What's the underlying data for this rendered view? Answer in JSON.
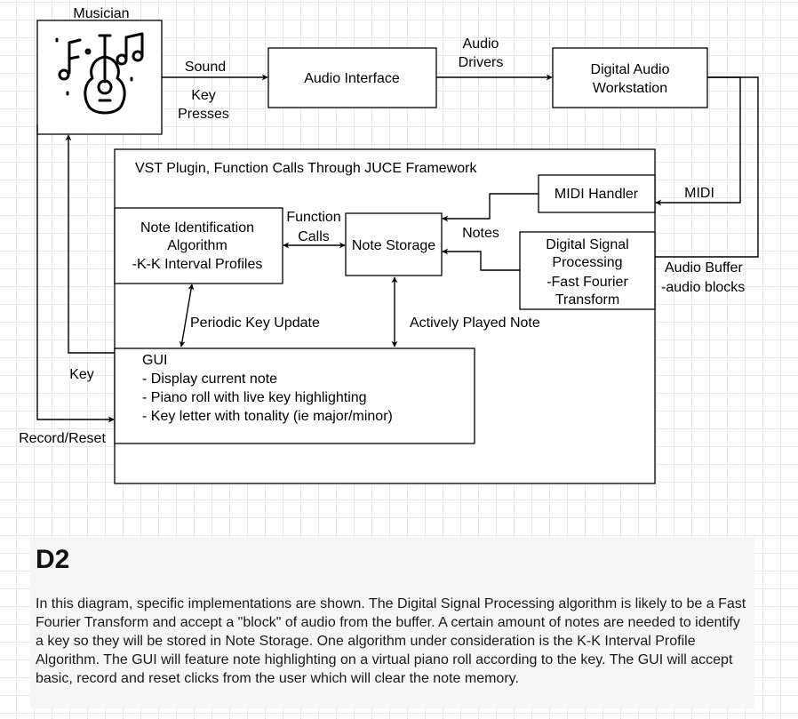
{
  "diagram": {
    "musician": "Musician",
    "audio_interface": "Audio Interface",
    "daw_line1": "Digital Audio",
    "daw_line2": "Workstation",
    "sound": "Sound",
    "key_presses_line1": "Key",
    "key_presses_line2": "Presses",
    "audio_drivers_line1": "Audio",
    "audio_drivers_line2": "Drivers",
    "vst_plugin": "VST Plugin, Function Calls Through JUCE Framework",
    "midi_handler": "MIDI Handler",
    "midi": "MIDI",
    "note_id_line1": "Note Identification",
    "note_id_line2": "Algorithm",
    "note_id_line3": "-K-K Interval Profiles",
    "function_calls_line1": "Function",
    "function_calls_line2": "Calls",
    "note_storage": "Note Storage",
    "notes": "Notes",
    "dsp_line1": "Digital Signal",
    "dsp_line2": "Processing",
    "dsp_line3": "-Fast Fourier",
    "dsp_line4": "Transform",
    "audio_buffer_line1": "Audio Buffer",
    "audio_buffer_line2": "-audio blocks",
    "periodic_key_update": "Periodic Key Update",
    "actively_played_note": "Actively Played Note",
    "gui_title": "GUI",
    "gui_line1": " - Display current note",
    "gui_line2": " - Piano roll with live key highlighting",
    "gui_line3": " - Key letter with tonality (ie major/minor)",
    "key": "Key",
    "record_reset": "Record/Reset",
    "musician_icon": "guitar-music-notes-icon"
  },
  "document": {
    "title": "D2",
    "body": "In this diagram, specific implementations are shown. The Digital Signal Processing algorithm is likely to be a Fast Fourier Transform and accept a \"block\" of audio from the buffer. A certain amount of notes are needed to identify a key so they will be stored in Note Storage. One algorithm under consideration is the K-K Interval Profile Algorithm. The GUI will feature note highlighting on a virtual piano roll according to the key. The GUI will accept basic, record and reset clicks from the user which will clear the note memory."
  }
}
